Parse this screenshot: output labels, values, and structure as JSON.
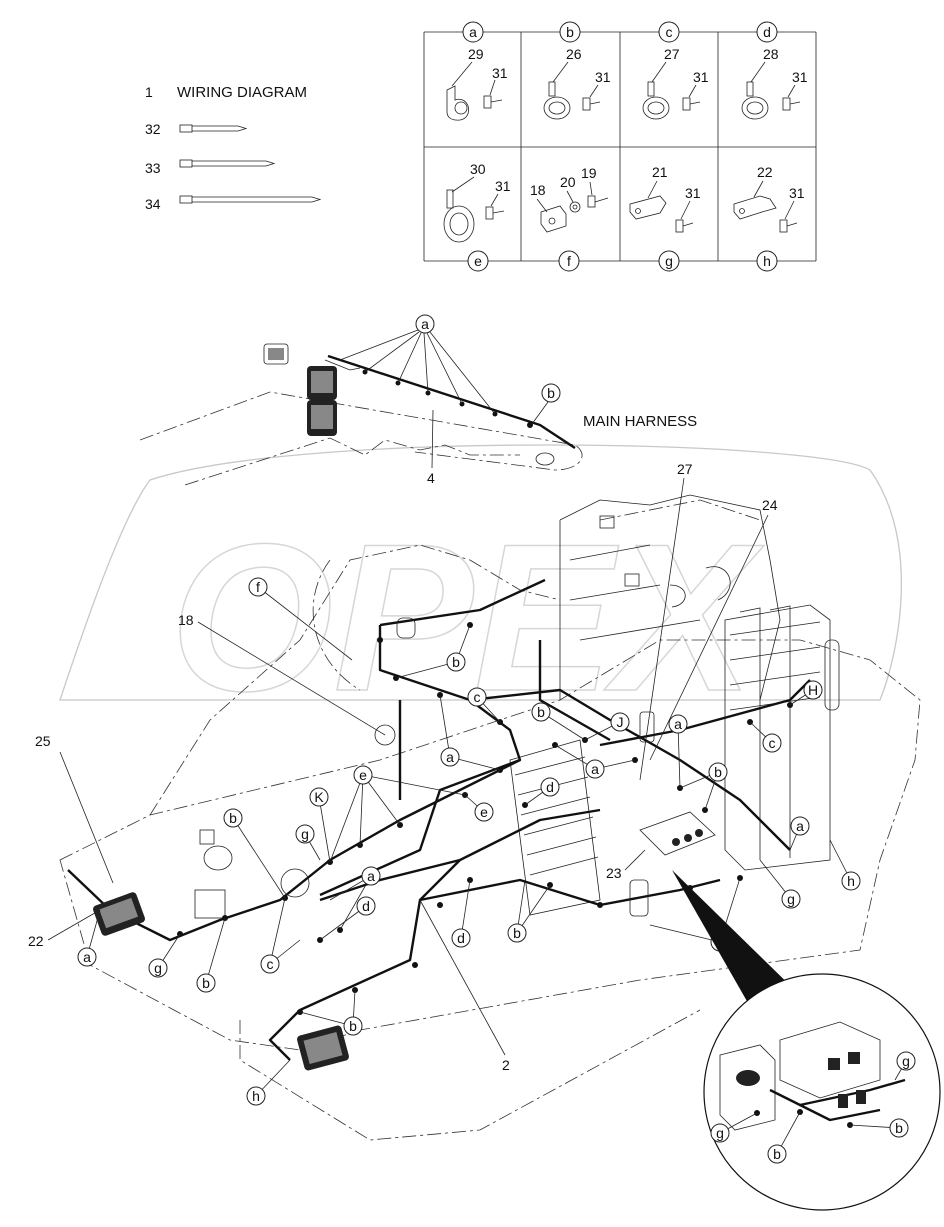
{
  "legend": {
    "items": [
      {
        "num": "1",
        "text": "WIRING DIAGRAM"
      },
      {
        "num": "32",
        "text": ""
      },
      {
        "num": "33",
        "text": ""
      },
      {
        "num": "34",
        "text": ""
      }
    ]
  },
  "clamp_table": {
    "top_letters": [
      "a",
      "b",
      "c",
      "d"
    ],
    "bottom_letters": [
      "e",
      "f",
      "g",
      "h"
    ],
    "cells": [
      {
        "main": "29",
        "bolt": "31"
      },
      {
        "main": "26",
        "bolt": "31"
      },
      {
        "main": "27",
        "bolt": "31"
      },
      {
        "main": "28",
        "bolt": "31"
      },
      {
        "main": "30",
        "bolt": "31"
      },
      {
        "main": "18",
        "washer": "20",
        "bolt": "19"
      },
      {
        "main": "21",
        "bolt": "31"
      },
      {
        "main": "22",
        "bolt": "31"
      }
    ]
  },
  "boom": {
    "title": "MAIN HARNESS",
    "part": "4",
    "clamp_a": "a",
    "clamp_b": "b"
  },
  "callouts": {
    "n27": "27",
    "n24": "24",
    "n18": "18",
    "n25": "25",
    "n22": "22",
    "n2": "2",
    "n23": "23",
    "f": "f",
    "H": "H",
    "J": "J",
    "K": "K",
    "a": "a",
    "b": "b",
    "c": "c",
    "d": "d",
    "e": "e",
    "g": "g",
    "h": "h"
  },
  "watermark": "OPEX"
}
